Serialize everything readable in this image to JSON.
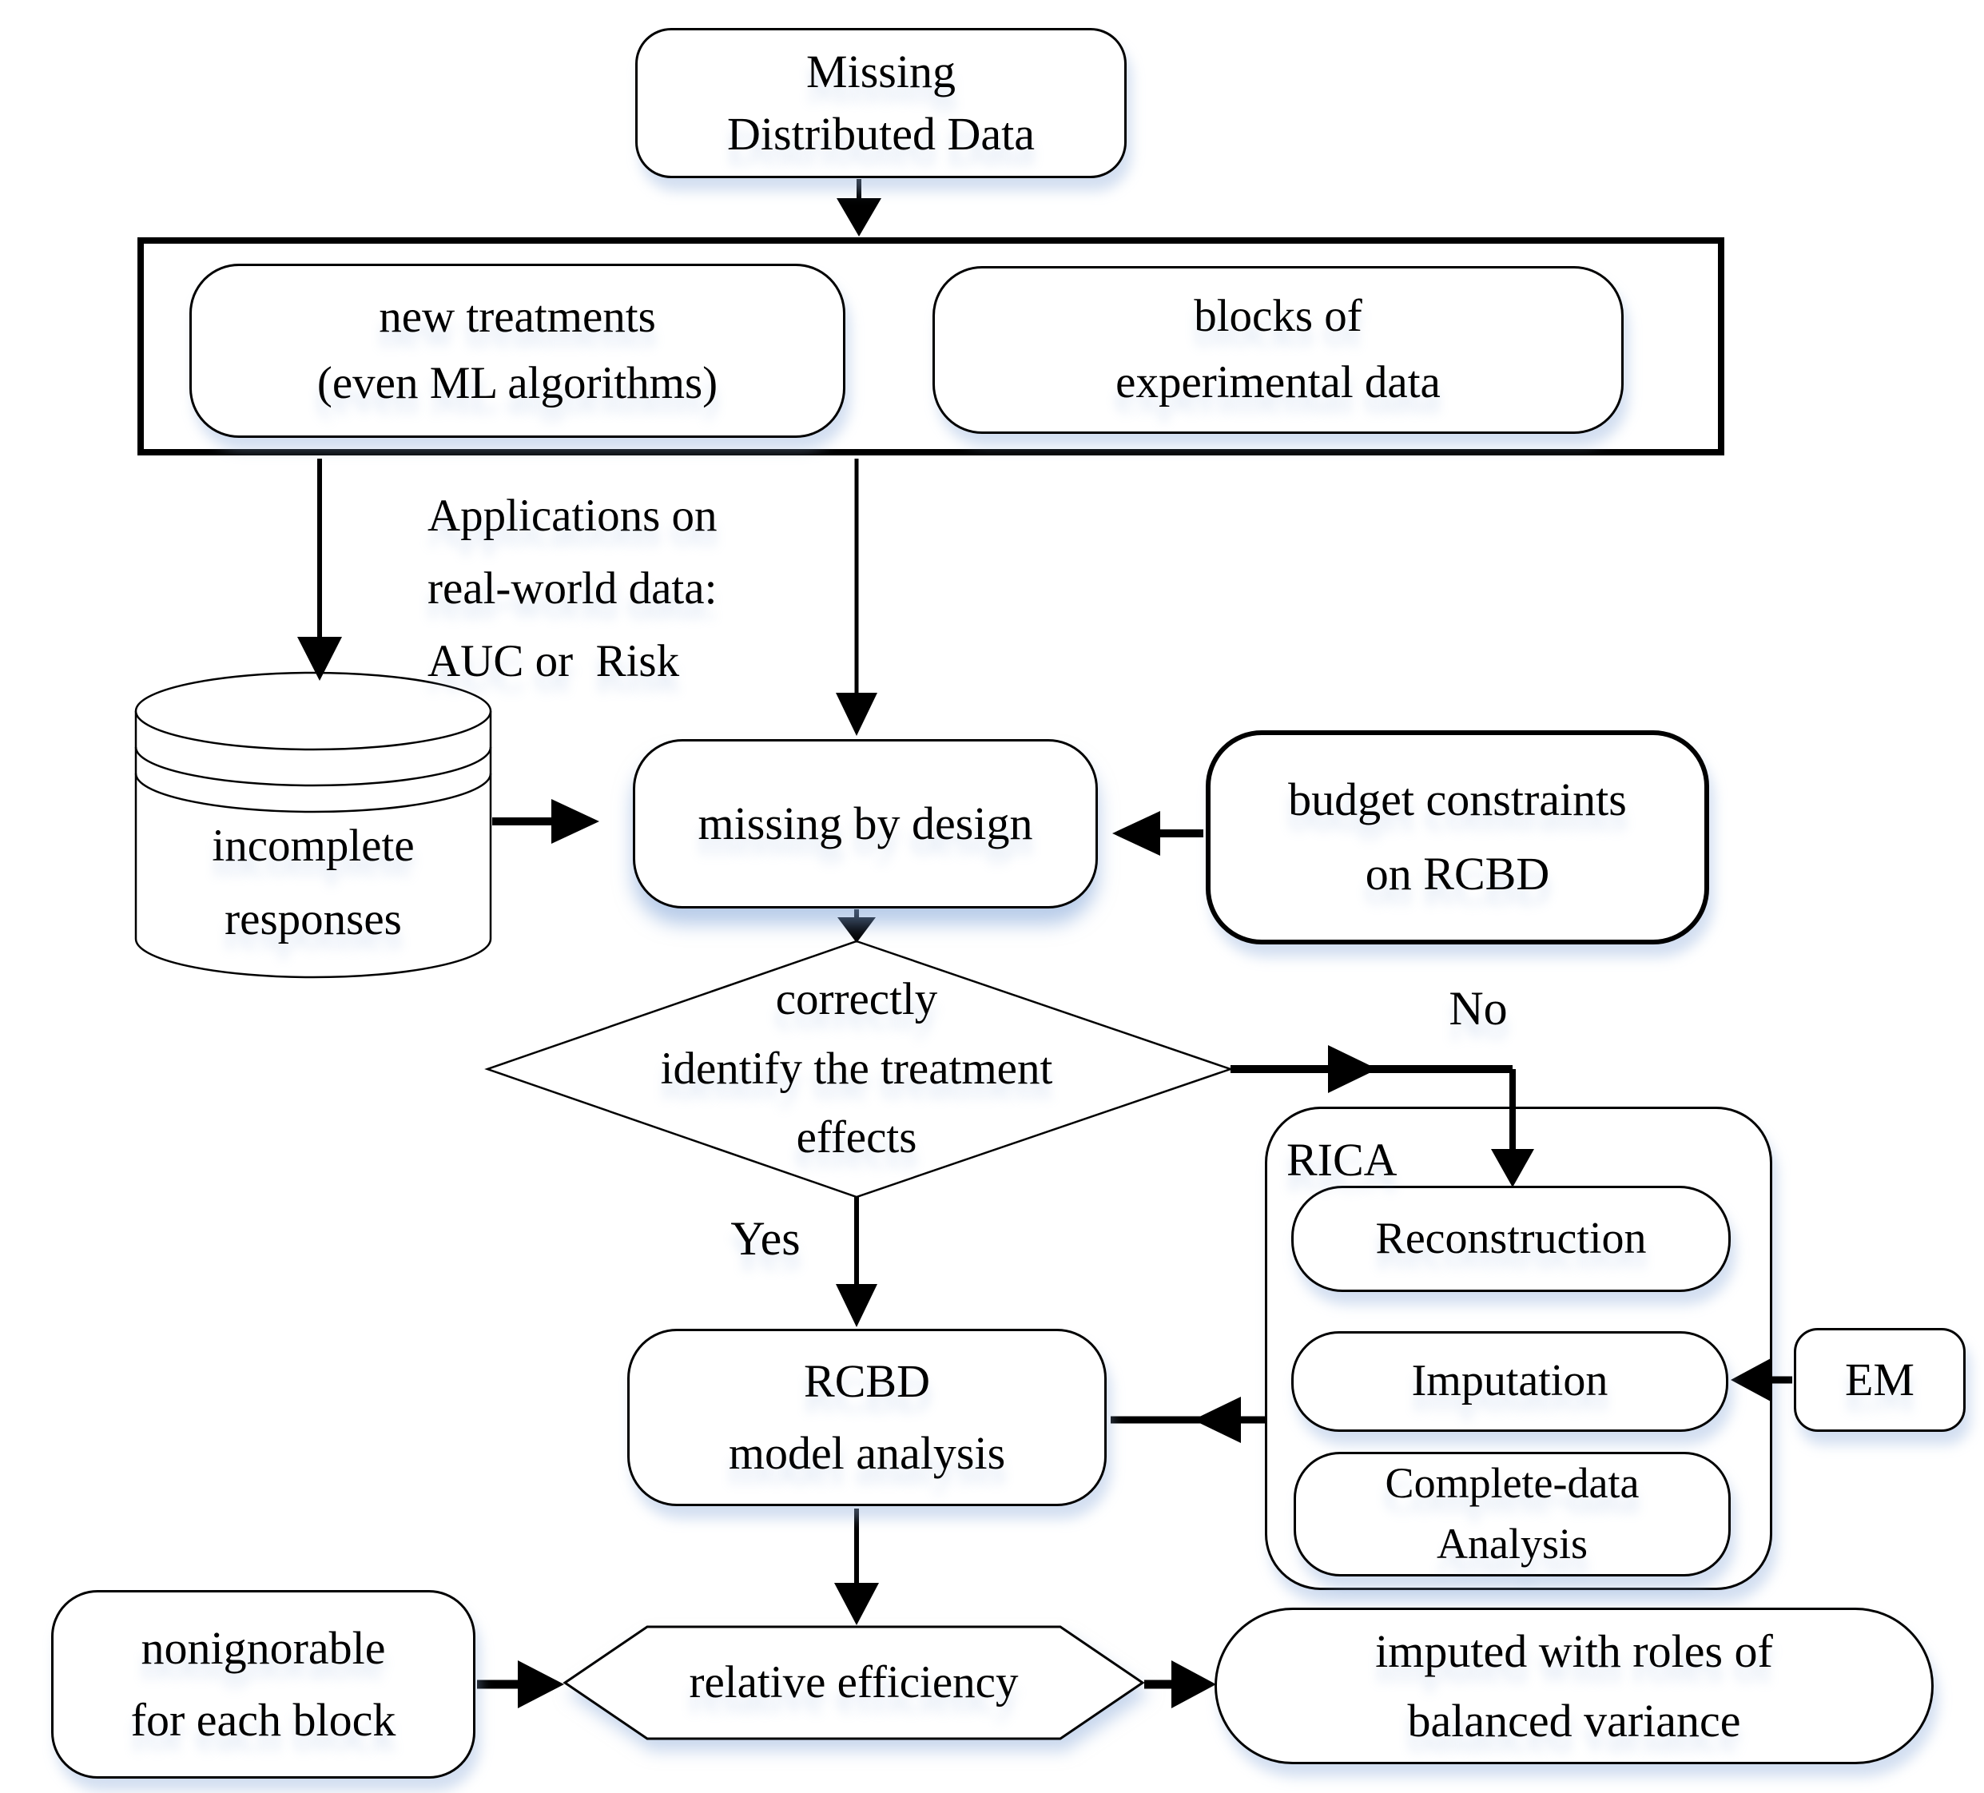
{
  "colors": {
    "ink": "#000000",
    "background": "#ffffff",
    "shadow_glow": "#b9cbe6"
  },
  "nodes": {
    "missing_distributed_data": {
      "line1": "Missing",
      "line2": "Distributed Data"
    },
    "new_treatments": {
      "line1": "new treatments",
      "line2": "(even ML algorithms)"
    },
    "blocks_experimental": {
      "line1": "blocks of",
      "line2": "experimental data"
    },
    "applications_note": {
      "line1": "Applications on",
      "line2": "real-world data:",
      "line3": "AUC or  Risk"
    },
    "incomplete_responses": {
      "line1": "incomplete",
      "line2": "responses"
    },
    "missing_by_design": {
      "label": "missing by design"
    },
    "budget_constraints": {
      "line1": "budget constraints",
      "line2": "on RCBD"
    },
    "decision_identify": {
      "line1": "correctly",
      "line2": "identify the treatment",
      "line3": "effects"
    },
    "edge_no": {
      "label": "No"
    },
    "edge_yes": {
      "label": "Yes"
    },
    "rcbd_model": {
      "line1": "RCBD",
      "line2": "model analysis"
    },
    "rica_group": {
      "label": "RICA"
    },
    "reconstruction": {
      "label": "Reconstruction"
    },
    "imputation": {
      "label": "Imputation"
    },
    "complete_data_analysis": {
      "line1": "Complete-data",
      "line2": "Analysis"
    },
    "em": {
      "label": "EM"
    },
    "nonignorable": {
      "line1": "nonignorable",
      "line2": "for each block"
    },
    "relative_efficiency": {
      "label": "relative efficiency"
    },
    "imputed_balanced": {
      "line1": "imputed with roles of",
      "line2": "balanced variance"
    }
  }
}
